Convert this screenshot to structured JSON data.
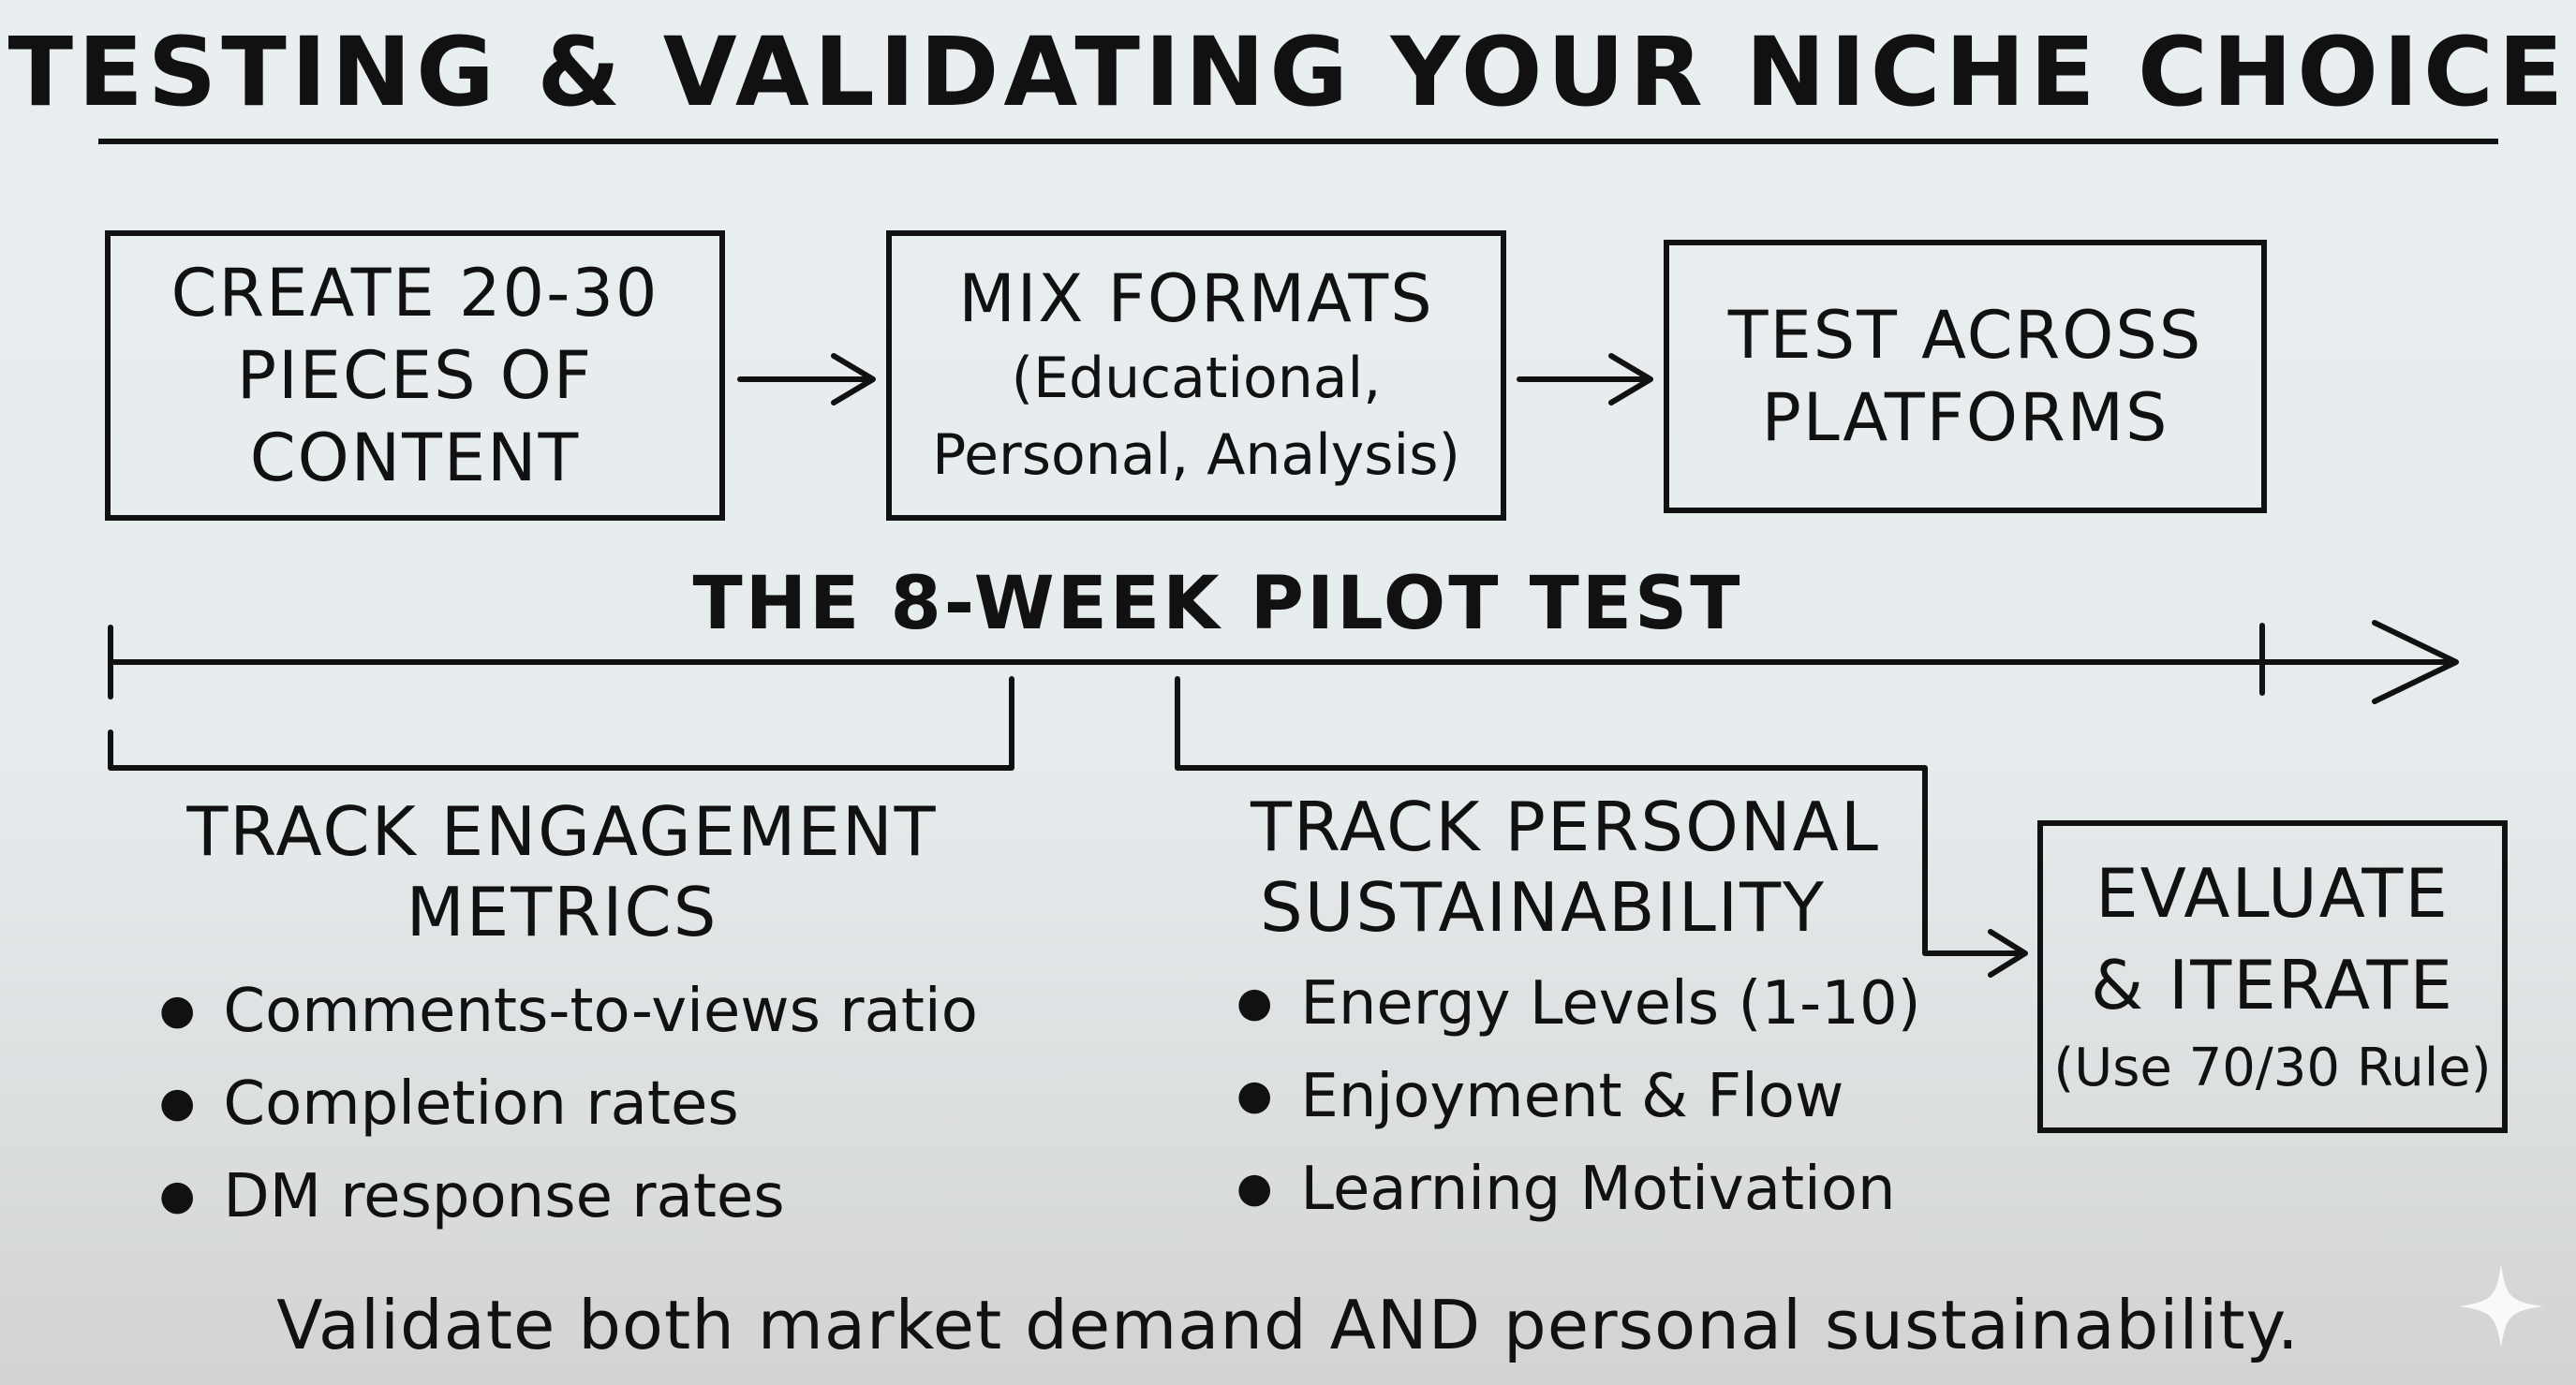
{
  "title": "TESTING & VALIDATING YOUR NICHE CHOICE",
  "steps": [
    {
      "lines": [
        "CREATE 20-30",
        "PIECES OF",
        "CONTENT"
      ]
    },
    {
      "lines": [
        "MIX FORMATS"
      ],
      "sub_lines": [
        "(Educational,",
        "Personal, Analysis)"
      ]
    },
    {
      "lines": [
        "TEST ACROSS",
        "PLATFORMS"
      ]
    }
  ],
  "timeline_label": "THE 8-WEEK PILOT TEST",
  "engagement": {
    "heading": [
      "TRACK ENGAGEMENT",
      "METRICS"
    ],
    "bullets": [
      "Comments-to-views ratio",
      "Completion rates",
      "DM response rates"
    ]
  },
  "sustainability": {
    "heading": [
      "TRACK PERSONAL",
      "SUSTAINABILITY"
    ],
    "bullets": [
      "Energy Levels (1-10)",
      "Enjoyment & Flow",
      "Learning Motivation"
    ]
  },
  "evaluate": {
    "lines": [
      "EVALUATE",
      "& ITERATE"
    ],
    "sub": "(Use 70/30 Rule)"
  },
  "footer": "Validate both market demand AND personal sustainability.",
  "icons": {
    "arrow": "right-arrow-icon",
    "sparkle": "sparkle-icon"
  },
  "colors": {
    "ink": "#111111",
    "background": "#e9eef0"
  }
}
